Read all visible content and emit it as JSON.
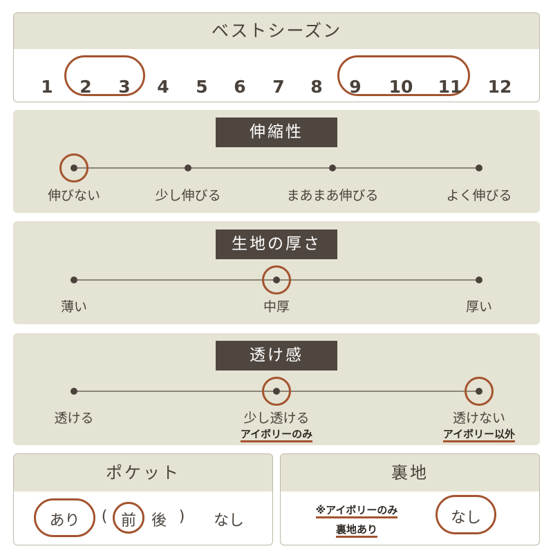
{
  "season": {
    "title": "ベストシーズン",
    "months": [
      "1",
      "2",
      "3",
      "4",
      "5",
      "6",
      "7",
      "8",
      "9",
      "10",
      "11",
      "12"
    ]
  },
  "stretch": {
    "title": "伸縮性",
    "labels": [
      "伸びない",
      "少し伸びる",
      "まあまあ伸びる",
      "よく伸びる"
    ]
  },
  "thickness": {
    "title": "生地の厚さ",
    "labels": [
      "薄い",
      "中厚",
      "厚い"
    ]
  },
  "sheer": {
    "title": "透け感",
    "labels": [
      "透ける",
      "少し透ける",
      "透けない"
    ],
    "notes": [
      "アイボリーのみ",
      "アイボリー以外"
    ]
  },
  "pocket": {
    "title": "ポケット",
    "options": {
      "yes": "あり",
      "open_paren": "(",
      "front": "前",
      "back": "後",
      "close_paren": ")",
      "no": "なし"
    }
  },
  "lining": {
    "title": "裏地",
    "note_line1": "※アイボリーのみ",
    "note_line2": "裏地あり",
    "value": "なし"
  },
  "colors": {
    "accent": "#a3532e",
    "panel": "#e5e3d3",
    "title_bg": "#4f4640",
    "text": "#4a423b"
  }
}
